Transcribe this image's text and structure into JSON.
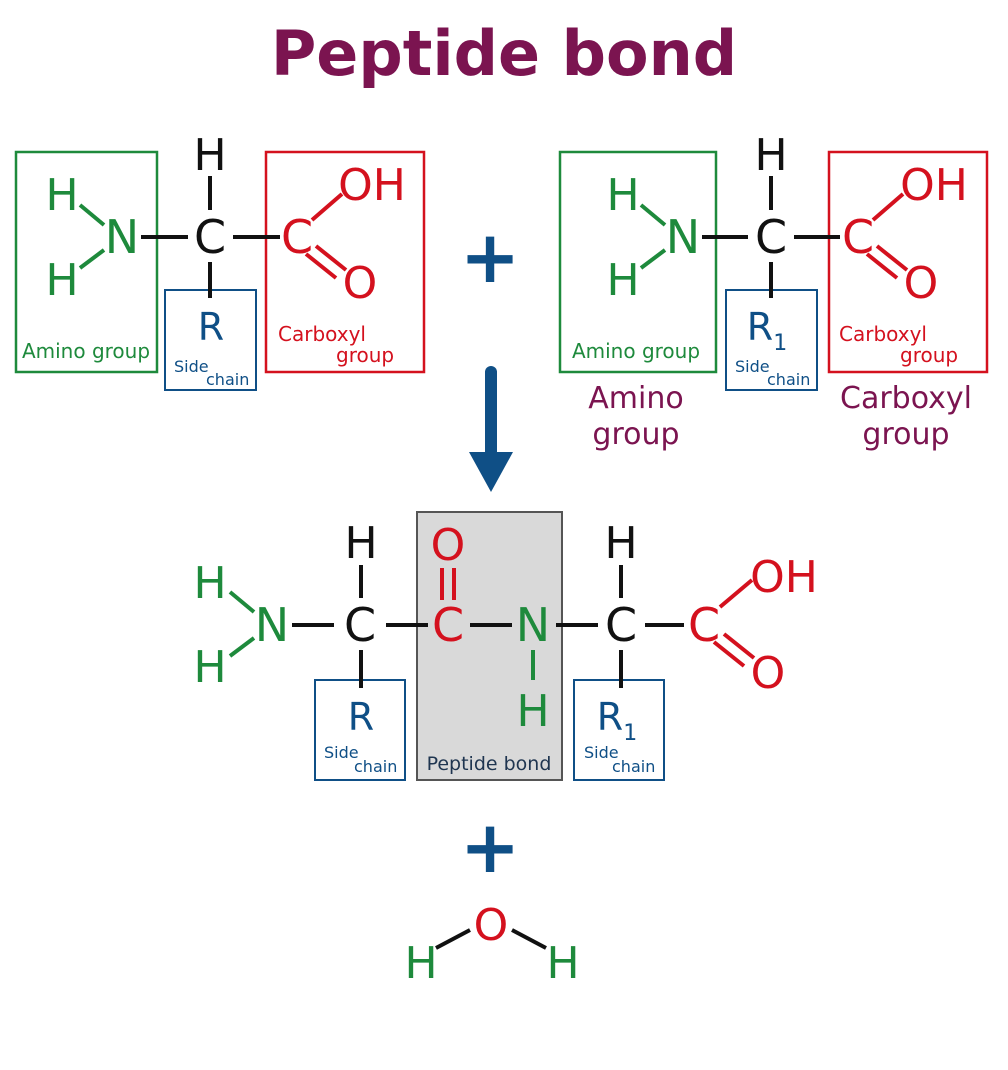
{
  "title": "Peptide bond",
  "colors": {
    "title": "#7b1450",
    "green": "#1e8a3c",
    "red": "#d4111e",
    "blue": "#0f4f86",
    "black": "#111111",
    "bond_box_fill": "#d9d9d9",
    "bond_box_stroke": "#555555"
  },
  "atoms": {
    "H": "H",
    "N": "N",
    "C": "C",
    "O": "O",
    "OH": "OH",
    "R": "R",
    "R1_base": "R",
    "R1_sub": "1"
  },
  "labels": {
    "amino_group": "Amino group",
    "carboxyl_word": "Carboxyl",
    "group_word": "group",
    "side_word": "Side",
    "chain_word": "chain",
    "peptide_bond_box": "Peptide bond",
    "amino_line1": "Amino",
    "amino_line2": "group",
    "carboxyl_line1": "Carboxyl",
    "carboxyl_line2": "group"
  },
  "operators": {
    "plus": "+"
  },
  "icons": {
    "reaction_arrow": "down-arrow-icon"
  }
}
